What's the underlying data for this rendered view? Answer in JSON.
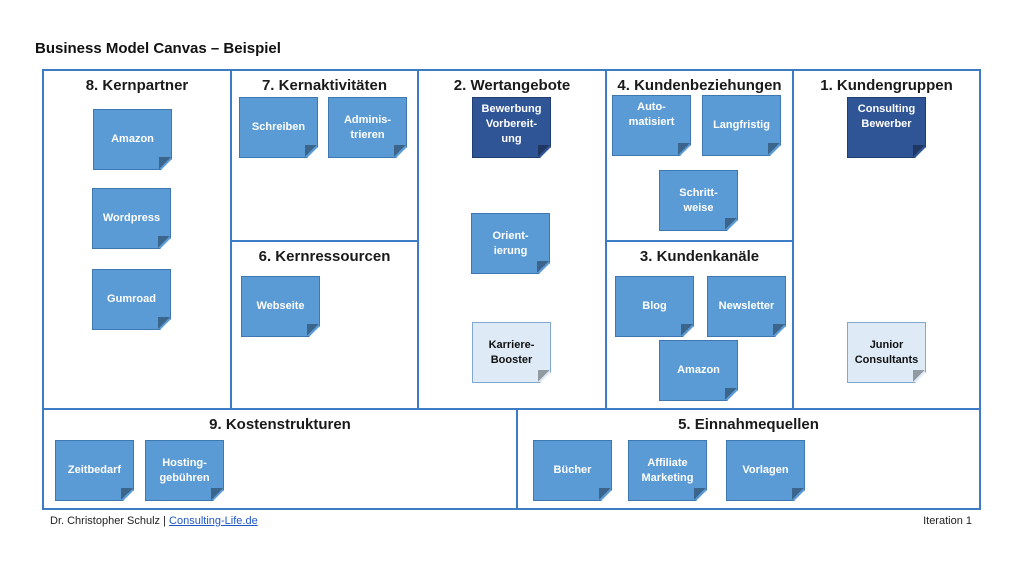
{
  "title": "Business Model Canvas – Beispiel",
  "sections": {
    "kernpartner": "8. Kernpartner",
    "kernaktivitaeten": "7. Kernaktivitäten",
    "kernressourcen": "6. Kernressourcen",
    "wertangebote": "2. Wertangebote",
    "kundenbeziehungen": "4. Kundenbeziehungen",
    "kundenkanaele": "3. Kundenkanäle",
    "kundengruppen": "1. Kundengruppen",
    "kostenstrukturen": "9. Kostenstrukturen",
    "einnahmequellen": "5. Einnahmequellen"
  },
  "notes": {
    "amazon_partner": "Amazon",
    "wordpress": "Wordpress",
    "gumroad": "Gumroad",
    "schreiben": "Schreiben",
    "administrieren": "Adminis-\ntrieren",
    "webseite": "Webseite",
    "bewerbung": "Bewerbung\nVorbereit-\nung",
    "orientierung": "Orient-\nierung",
    "karriere_booster": "Karriere-\nBooster",
    "automatisiert": "Auto-\nmatisiert",
    "langfristig": "Langfristig",
    "schrittweise": "Schritt-\nweise",
    "blog": "Blog",
    "newsletter": "Newsletter",
    "amazon_kanal": "Amazon",
    "consulting_bewerber": "Consulting\nBewerber",
    "junior_consultants": "Junior\nConsultants",
    "zeitbedarf": "Zeitbedarf",
    "hosting": "Hosting-\ngebühren",
    "buecher": "Bücher",
    "affiliate": "Affiliate\nMarketing",
    "vorlagen": "Vorlagen"
  },
  "footer": {
    "author": "Dr. Christopher Schulz |",
    "link": "Consulting-Life.de",
    "iteration": "Iteration 1"
  },
  "colors": {
    "border": "#3d7cc4",
    "note_mid": "#5b9bd5",
    "note_dark": "#2f5597",
    "note_light": "#deebf7"
  }
}
